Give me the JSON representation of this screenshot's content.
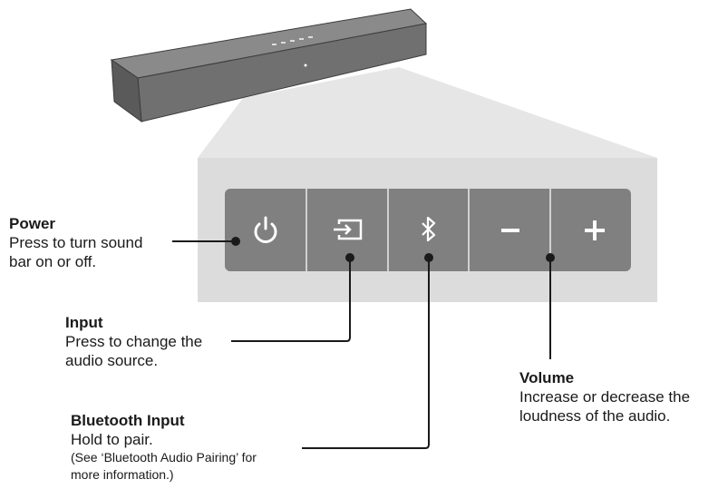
{
  "callouts": {
    "power": {
      "title": "Power",
      "lines": [
        "Press to turn sound",
        "bar on or off."
      ]
    },
    "input": {
      "title": "Input",
      "lines": [
        "Press to change the",
        "audio source."
      ]
    },
    "volume": {
      "title": "Volume",
      "lines": [
        "Increase or decrease the",
        "loudness of the audio."
      ]
    },
    "bluetooth": {
      "title": "Bluetooth Input",
      "lines": [
        "Hold to pair."
      ],
      "notes": [
        "(See ‘Bluetooth Audio Pairing’ for",
        "more information.)"
      ]
    }
  },
  "buttons": [
    {
      "icon": "power-icon"
    },
    {
      "icon": "input-source-icon"
    },
    {
      "icon": "bluetooth-icon"
    },
    {
      "icon": "minus-icon"
    },
    {
      "icon": "plus-icon"
    }
  ],
  "colors": {
    "soundbar_top": "#7f7f7f",
    "soundbar_front": "#6b6b6b",
    "panel": "#dcdcdc",
    "button": "#808080",
    "leader": "#1a1a1a"
  }
}
